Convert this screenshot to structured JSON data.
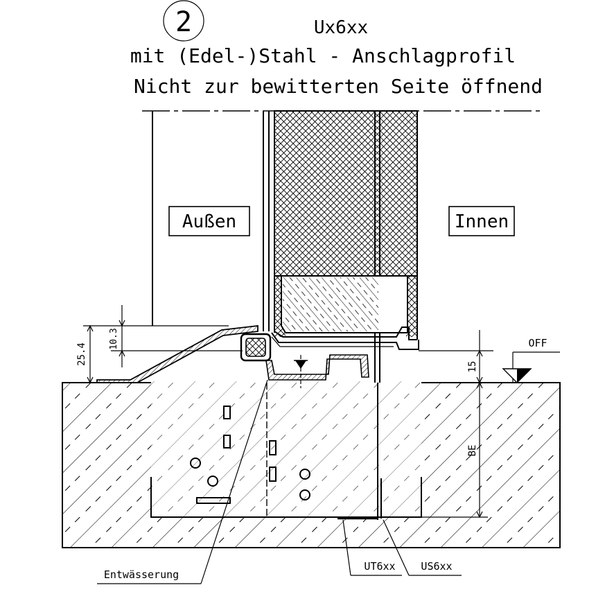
{
  "title": {
    "number": "2",
    "line1": "Ux6xx",
    "line2": "mit (Edel-)Stahl - Anschlagprofil",
    "line3": "Nicht zur bewitterten Seite öffnend"
  },
  "labels": {
    "outside": "Außen",
    "inside": "Innen",
    "floor_level": "OFF",
    "drainage": "Entwässerung",
    "profile_ut": "UT6xx",
    "profile_us": "US6xx"
  },
  "dimensions": {
    "total_height": "25.4",
    "inner_height": "10.3",
    "offset": "15",
    "embed": "BE"
  }
}
